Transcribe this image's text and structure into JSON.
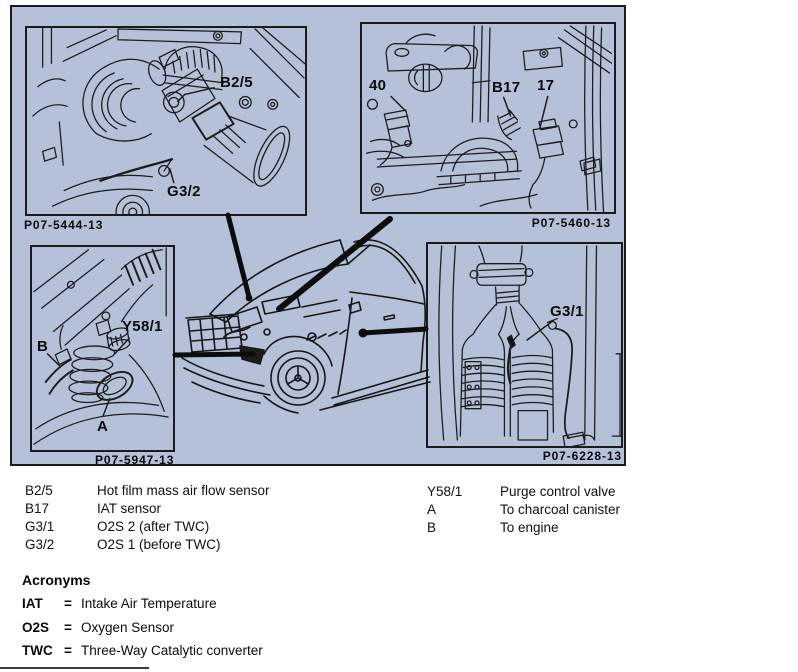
{
  "diagram": {
    "bg_color": "#b5c1d8",
    "panels": {
      "top_left": {
        "part_number": "P07-5444-13",
        "labels": {
          "b25": "B2/5",
          "g32": "G3/2"
        }
      },
      "top_right": {
        "part_number": "P07-5460-13",
        "labels": {
          "n40": "40",
          "b17": "B17",
          "n17": "17"
        }
      },
      "bottom_left": {
        "part_number": "P07-5947-13",
        "labels": {
          "b": "B",
          "y581": "Y58/1",
          "a": "A"
        }
      },
      "bottom_right": {
        "part_number": "P07-6228-13",
        "labels": {
          "g31": "G3/1"
        }
      }
    }
  },
  "legend": {
    "left": [
      {
        "term": "B2/5",
        "desc": "Hot film mass air flow sensor"
      },
      {
        "term": "B17",
        "desc": "IAT sensor"
      },
      {
        "term": "G3/1",
        "desc": "O2S 2 (after TWC)"
      },
      {
        "term": "G3/2",
        "desc": "O2S 1 (before TWC)"
      }
    ],
    "right": [
      {
        "term": "Y58/1",
        "desc": "Purge control valve"
      },
      {
        "term": "A",
        "desc": "To charcoal canister"
      },
      {
        "term": "B",
        "desc": "To engine"
      }
    ]
  },
  "acronyms": {
    "heading": "Acronyms",
    "items": [
      {
        "term": "IAT",
        "sep": "=",
        "definition": "Intake Air Temperature"
      },
      {
        "term": "O2S",
        "sep": "=",
        "definition": "Oxygen Sensor"
      },
      {
        "term": "TWC",
        "sep": "=",
        "definition": "Three-Way Catalytic converter"
      }
    ]
  }
}
